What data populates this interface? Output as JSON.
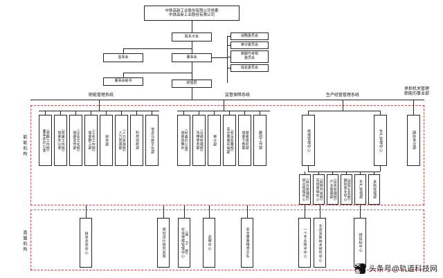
{
  "diagram": {
    "title_top": "中铁高新工业股份有限公司党委\n中铁高新工业股份有限公司",
    "nodes": {
      "shareholders": "股东大会",
      "supervisory": "监事会",
      "board": "董事会",
      "strategy_committee": "战略委员会",
      "audit_committee": "审计委员会",
      "comp_committee": "薪酬与考核\n委员会",
      "nomination_committee": "提名委员会",
      "board_secretary": "董事会秘书",
      "management": "经理层"
    },
    "system_labels": {
      "functional": "职能管理系统",
      "supervision": "监督保障系统",
      "production": "生产经管管理系统",
      "delegated": "承担机关管理\n职能的事业部"
    },
    "side_labels": {
      "functional_org": "职能机构",
      "direct_org": "直属机构"
    },
    "functional_row": [
      "（党群工作部）\n董事会办公室",
      "（党建工作部）\n党委办公室",
      "（企业文化部）\n党委宣传部",
      "（工会工作部）\n党委群工部",
      "财务部",
      "（人力资源部）\n人力资源部",
      "科技创新部",
      "信息与数字化部"
    ],
    "supervision_row": [
      "（纪委办公室）\n党委巡察办",
      "（合规管理部）\n法律事务部",
      "审计部",
      "（安全监察部）\n安全质量环保部",
      "党委组织部\n党委干部部",
      "群团工作部"
    ],
    "production_row": [
      "（经营开发部）\n市场营销中心",
      "（投资管理部）\n产业发展部",
      "（综合管理部）\n综合管理中心",
      "生产管理部",
      "采购管理部",
      "（国际业务部）\n国际事业中心"
    ],
    "delegated_row": [
      "国际事业部"
    ],
    "direct_row": [
      "财务共享中心",
      "规划设计研究总院",
      "（保 卫 部）\n社会保障管理中心",
      "品牌中心",
      "安全质量稽查大队",
      "北京高新技术研究中心",
      "一个专业技术中心",
      "招投标中心"
    ],
    "production_sub": [
      "修理管理中心",
      "生产管理中心"
    ]
  },
  "footer": {
    "badge": "头条",
    "text": "头条号@轨道科技网"
  }
}
